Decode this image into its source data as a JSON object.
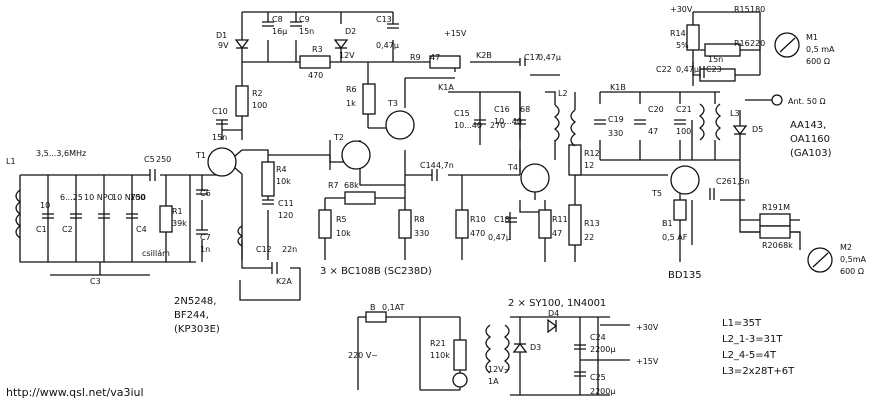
{
  "labels": {
    "d1": "D1",
    "d1_v": "9V",
    "c8": "C8",
    "c8_v": "16µ",
    "c9": "C9",
    "c9_v": "15n",
    "d2": "D2",
    "d2_v": "12V",
    "c13": "C13",
    "c13_v": "0,47µ",
    "r3": "R3",
    "r3_v": "470",
    "r2": "R2",
    "r2_v": "100",
    "c10": "C10",
    "c10_v": "15n",
    "t1": "T1",
    "l1": "L1",
    "band": "3,5...3,6MHz",
    "c5": "C5",
    "c5_v": "250",
    "c1": "C1",
    "c1_v": "10",
    "c2": "C2",
    "c2_v": "6...25",
    "c2b": "10 NPO",
    "c3x": "10 N750",
    "c4": "C4",
    "c4_v": "100",
    "c4_type": "csillám",
    "c3": "C3",
    "r1": "R1",
    "r1_v": "39k",
    "c6": "C6",
    "c7": "C7",
    "c7_v": "1n",
    "r4": "R4",
    "r4_v": "10k",
    "c11": "C11",
    "c11_v": "120",
    "c12": "C12",
    "c12_v": "22n",
    "k2a": "K2A",
    "t2": "T2",
    "t3": "T3",
    "r6": "R6",
    "r6_v": "1k",
    "r7": "R7",
    "r7_v": "68k",
    "r5": "R5",
    "r5_v": "10k",
    "r8": "R8",
    "r8_v": "330",
    "trans_main": "3 × BC108B (SC238D)",
    "fet": "2N5248,",
    "fet2": "BF244,",
    "fet3": "(KP303E)",
    "plus15": "+15V",
    "r9": "R9",
    "r9_v": "47",
    "k2b": "K2B",
    "c17": "C17",
    "c17_v": "0,47µ",
    "k1a": "K1A",
    "c15": "C15",
    "c15_v": "10...40",
    "c15_v2": "270",
    "c16": "C16",
    "c16_v": "10...40",
    "c16_v2": "68",
    "l2": "L2",
    "c14": "C14",
    "c14_v": "4,7n",
    "t4": "T4",
    "r10": "R10",
    "r10_v": "470",
    "c18": "C18",
    "c18_v": "0,47µ",
    "r11": "R11",
    "r11_v": "47",
    "r12": "R12",
    "r12_v": "12",
    "r13": "R13",
    "r13_v": "22",
    "plus30": "+30V",
    "r14": "R14",
    "r14_v": "5%",
    "r15": "R15",
    "r15_v": "180",
    "r16": "R16",
    "r16_v": "220",
    "c22": "C22",
    "c22_v": "0,47µ",
    "c22_v2": "15n",
    "c23": "C23",
    "m1": "M1",
    "m1_v": "0,5 mA",
    "m1_v2": "600 Ω",
    "k1b": "K1B",
    "c19": "C19",
    "c19_v": "330",
    "c20": "C20",
    "c20_v": "47",
    "c21": "C21",
    "c21_v": "100",
    "l3": "L3",
    "ant": "Ant. 50 Ω",
    "d5": "D5",
    "diode": "AA143,",
    "diode2": "OA1160",
    "diode3": "(GA103)",
    "c26": "C26",
    "c26_v": "1,5n",
    "r19": "R19",
    "r19_v": "1M",
    "r20": "R20",
    "r20_v": "68k",
    "m2": "M2",
    "m2_v": "0,5mA",
    "m2_v2": "600 Ω",
    "t5": "T5",
    "b1": "B1",
    "b1_v": "0,5 AF",
    "bd135": "BD135",
    "psu_title": "2 × SY100, 1N4001",
    "b_fuse": "B",
    "b_fuse_v": "0,1AT",
    "r21": "R21",
    "r21_v": "110k",
    "ac220": "220 V~",
    "d4": "D4",
    "d3": "D3",
    "ac12": "12V~",
    "ac1a": "1A",
    "c24": "C24",
    "c24_v": "2200µ",
    "c25": "C25",
    "c25_v": "2200µ",
    "out30": "+30V",
    "out15": "+15V",
    "coil1": "L1=35T",
    "coil2": "L2_1-3=31T",
    "coil3": "L2_4-5=4T",
    "coil4": "L3=2x28T+6T",
    "url": "http://www.qsl.net/va3iul"
  }
}
